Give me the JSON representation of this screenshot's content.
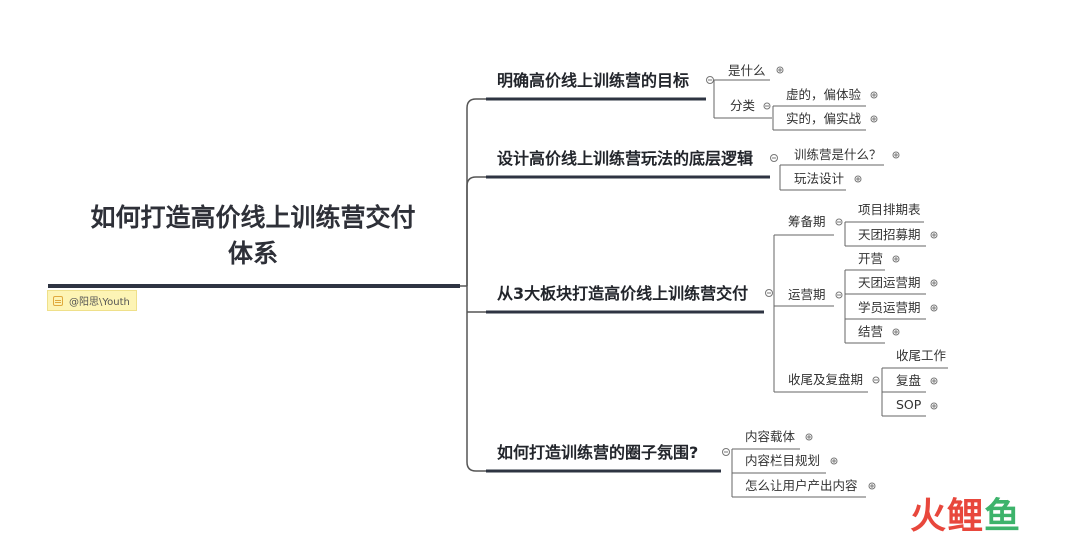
{
  "root": {
    "line1": "如何打造高价线上训练营交付",
    "line2": "体系"
  },
  "tag_label": "@阳思\\Youth",
  "branches": [
    {
      "label": "明确高价线上训练营的目标",
      "children": [
        {
          "label": "是什么"
        },
        {
          "label": "分类",
          "children": [
            {
              "label": "虚的，偏体验"
            },
            {
              "label": "实的，偏实战"
            }
          ]
        }
      ]
    },
    {
      "label": "设计高价线上训练营玩法的底层逻辑",
      "children": [
        {
          "label": "训练营是什么？"
        },
        {
          "label": "玩法设计"
        }
      ]
    },
    {
      "label": "从3大板块打造高价线上训练营交付",
      "children": [
        {
          "label": "筹备期",
          "children": [
            {
              "label": "项目排期表"
            },
            {
              "label": "天团招募期"
            }
          ]
        },
        {
          "label": "运营期",
          "children": [
            {
              "label": "开营"
            },
            {
              "label": "天团运营期"
            },
            {
              "label": "学员运营期"
            },
            {
              "label": "结营"
            }
          ]
        },
        {
          "label": "收尾及复盘期",
          "children": [
            {
              "label": "收尾工作"
            },
            {
              "label": "复盘"
            },
            {
              "label": "SOP"
            }
          ]
        }
      ]
    },
    {
      "label": "如何打造训练营的圈子氛围?",
      "children": [
        {
          "label": "内容载体"
        },
        {
          "label": "内容栏目规划"
        },
        {
          "label": "怎么让用户产出内容"
        }
      ]
    }
  ],
  "watermark": {
    "chars": [
      "火",
      "鲤",
      "鱼"
    ],
    "colors": [
      "#e8473c",
      "#e8473c",
      "#3db36b"
    ]
  }
}
